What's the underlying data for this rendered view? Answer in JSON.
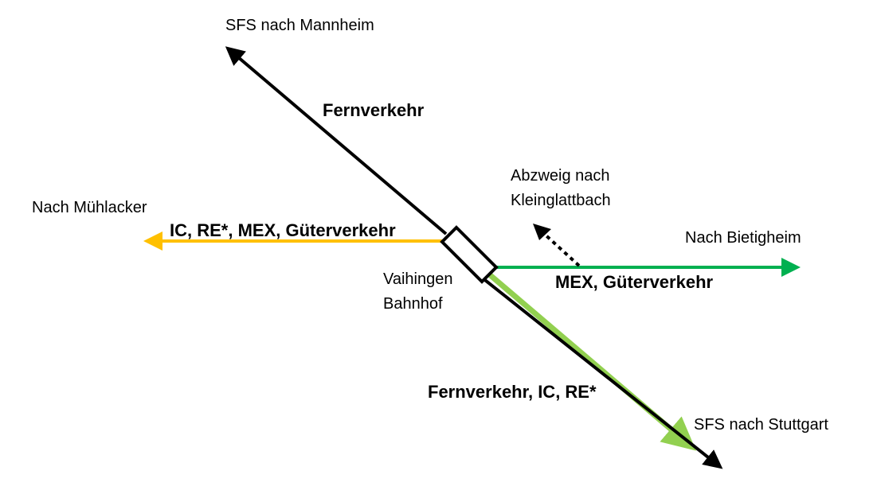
{
  "colors": {
    "fernverkehr": "#000000",
    "mannheim_line": "#ffc000",
    "bietigheim_line": "#00b050",
    "stuttgart_line": "#92d050"
  },
  "labels": {
    "sfs_mannheim": "SFS nach Mannheim",
    "fernverkehr": "Fernverkehr",
    "muehlacker": "Nach Mühlacker",
    "muehlacker_services": "IC, RE*, MEX, Güterverkehr",
    "abzweig_line1": "Abzweig nach",
    "abzweig_line2": "Kleinglattbach",
    "bietigheim": "Nach Bietigheim",
    "bietigheim_services": "MEX, Güterverkehr",
    "station_line1": "Vaihingen",
    "station_line2": "Bahnhof",
    "stuttgart_services": "Fernverkehr, IC, RE*",
    "sfs_stuttgart": "SFS nach Stuttgart"
  }
}
